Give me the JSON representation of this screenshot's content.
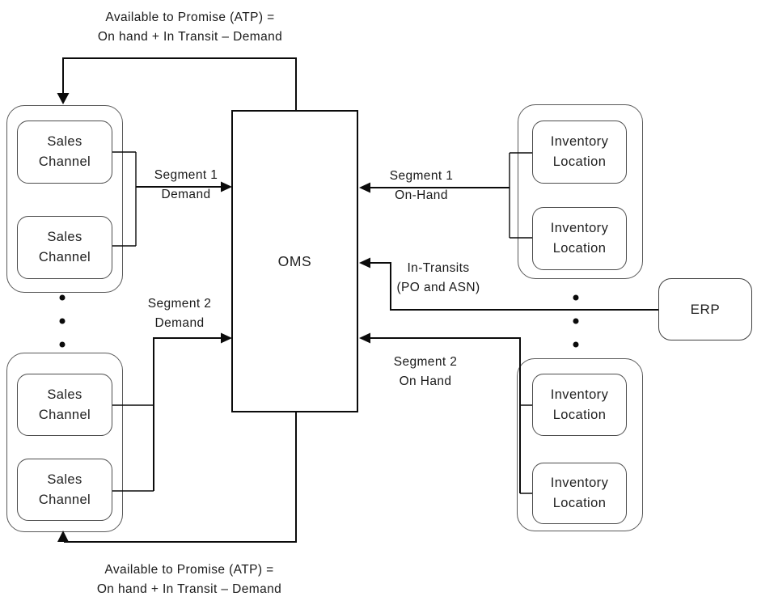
{
  "colors": {
    "background": "#ffffff",
    "line": "#0b0b0b",
    "box_border": "#4d4d4d",
    "group_border": "#595959",
    "text": "#1f1f1f"
  },
  "notes": {
    "atp_top": "Available to Promise (ATP) =\nOn hand + In Transit – Demand",
    "atp_bottom": "Available to Promise (ATP) =\nOn hand + In Transit – Demand"
  },
  "nodes": {
    "oms": "OMS",
    "erp": "ERP",
    "sales_channel": "Sales\nChannel",
    "inventory_location": "Inventory\nLocation"
  },
  "flows": {
    "segment1_demand": "Segment 1\nDemand",
    "segment1_on_hand": "Segment 1\nOn-Hand",
    "in_transits": "In-Transits\n(PO and ASN)",
    "segment2_demand": "Segment 2\nDemand",
    "segment2_on_hand": "Segment 2\nOn Hand"
  }
}
